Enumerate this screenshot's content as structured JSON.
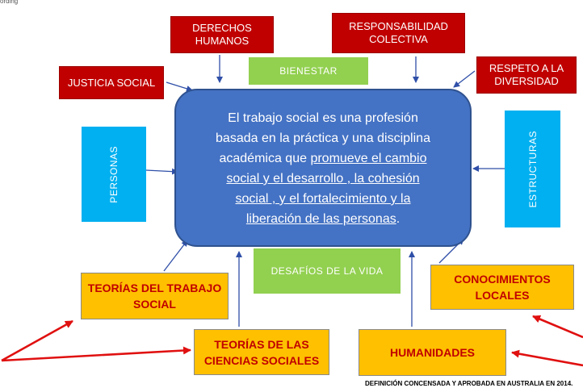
{
  "corner_text": "ording",
  "central_box": {
    "line1": "El trabajo social es una profesión",
    "line2": "basada en la práctica y una disciplina",
    "line3_plain": "académica que ",
    "line3_underlined": "promueve el cambio",
    "line4": "social y el desarrollo , la cohesión",
    "line5": "social , y el fortalecimiento y la",
    "line6_underlined": "liberación de las personas",
    "line6_end": "."
  },
  "concepts": {
    "derechos_humanos": [
      "DERECHOS",
      "HUMANOS"
    ],
    "responsabilidad_colectiva": [
      "RESPONSABILIDAD",
      "COLECTIVA"
    ],
    "bienestar": "BIENESTAR",
    "respeto_diversidad": [
      "RESPETO A LA",
      "DIVERSIDAD"
    ],
    "justicia_social": "JUSTICIA SOCIAL",
    "personas": "PERSONAS",
    "estructuras": "ESTRUCTURAS",
    "desafios_vida": "DESAFÍOS DE LA VIDA"
  },
  "knowledge_sources": {
    "teorias_trabajo_social": [
      "TEORÍAS DEL TRABAJO",
      "SOCIAL"
    ],
    "conocimientos_locales": [
      "CONOCIMIENTOS",
      "LOCALES"
    ],
    "teorias_ciencias_sociales": [
      "TEORÍAS DE LAS",
      "CIENCIAS SOCIALES"
    ],
    "humanidades": "HUMANIDADES"
  },
  "caption": "DEFINICIÓN CONCENSADA Y APROBADA EN AUSTRALIA EN 2014.",
  "colors": {
    "central": "#4472c4",
    "red_box": "#c00000",
    "green_box": "#92d050",
    "blue_box": "#00b0f0",
    "orange_box": "#ffc000",
    "arrow_blue": "#2f4fa8",
    "arrow_red": "#e01010"
  }
}
